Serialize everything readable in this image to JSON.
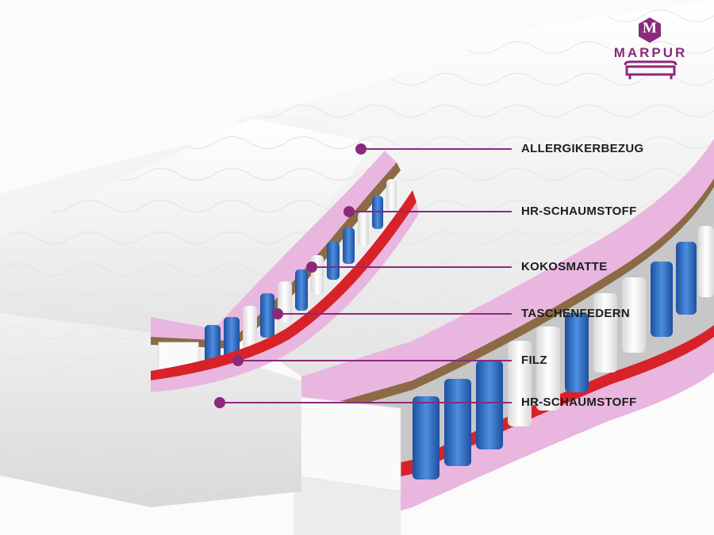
{
  "brand": {
    "name": "MARPUR",
    "monogram": "M",
    "color": "#8a2a7c"
  },
  "layers": [
    {
      "label": "ALLERGIKERBEZUG"
    },
    {
      "label": "HR-SCHAUMSTOFF"
    },
    {
      "label": "KOKOSMATTE"
    },
    {
      "label": "TASCHENFEDERN"
    },
    {
      "label": "FILZ"
    },
    {
      "label": "HR-SCHAUMSTOFF"
    }
  ],
  "colors": {
    "callout": "#8a2a7c",
    "foam": "#e9b6e0",
    "felt": "#d8222a",
    "coconut": "#8b6a45",
    "spring_blue": "#2f6cc0",
    "spring_white": "#f4f4f4",
    "cover": "#f2f2f2"
  }
}
